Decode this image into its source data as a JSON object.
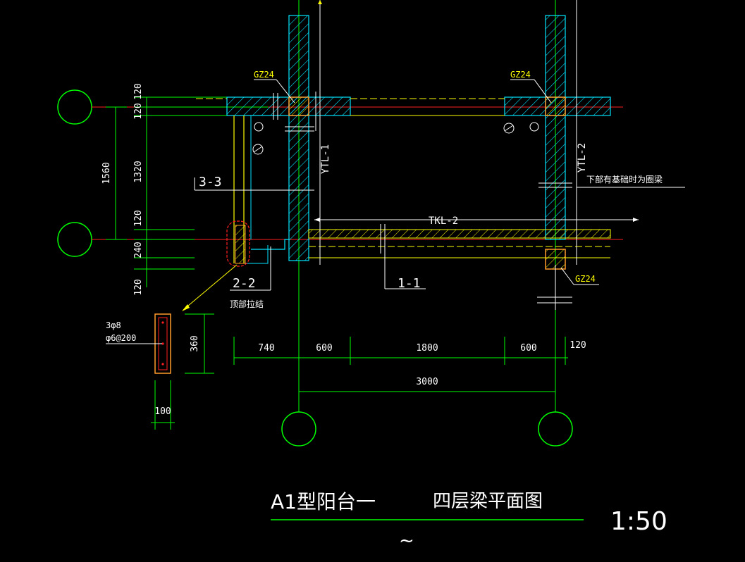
{
  "colors": {
    "background": "#000000",
    "green": "#00ff00",
    "cyan": "#00e5ff",
    "yellow": "#ffff00",
    "red": "#ff2020",
    "white": "#ffffff",
    "orange": "#ff9a2a"
  },
  "dims_left": [
    "120",
    "120",
    "1560",
    "1320",
    "120",
    "240",
    "120"
  ],
  "dims_bottom": [
    "740",
    "600",
    "1800",
    "600",
    "120",
    "3000"
  ],
  "labels": {
    "gz_left": "GZ24",
    "gz_right": "GZ24",
    "gz_bottom": "GZ24",
    "ytl1": "YTL-1",
    "ytl2": "YTL-2",
    "tkl2": "TKL-2",
    "sec33": "3-3",
    "sec22": "2-2",
    "sec11": "1-1",
    "note_bottom": "下部有基础时为圈梁",
    "top_tie": "顶部拉结",
    "rebar_main": "3φ8",
    "rebar_stirrup": "φ6@200",
    "detail_h": "360",
    "detail_w": "100"
  },
  "title": {
    "main": "A1型阳台一",
    "sub": "四层梁平面图",
    "scale": "1:50",
    "tilde": "~"
  }
}
